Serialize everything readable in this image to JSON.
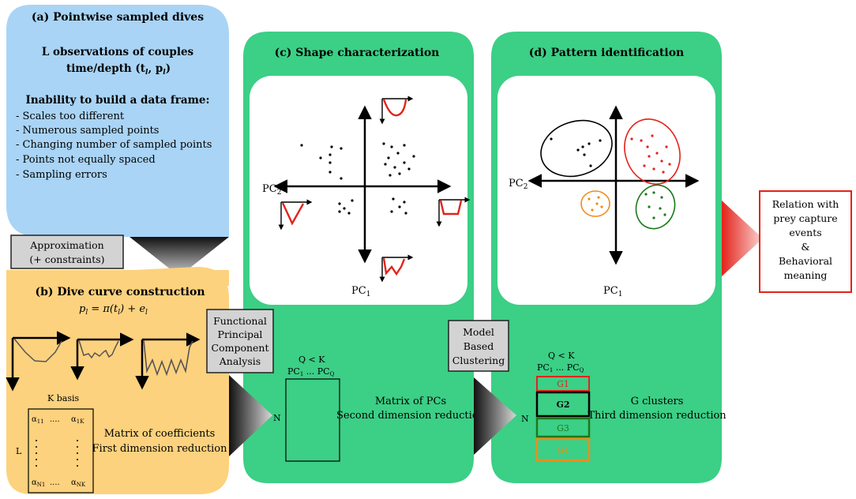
{
  "panel_a": {
    "title": "(a) Pointwise sampled dives",
    "line1": "L observations of couples",
    "line2": "time/depth (t",
    "line2_sub": "l",
    "line2_mid": ", p",
    "line2_sub2": "l",
    "line2_end": ")",
    "inability": "Inability to build a data frame:",
    "bullets": [
      "- Scales too different",
      "- Numerous sampled points",
      "- Changing number of sampled points",
      "- Points not equally spaced",
      "- Sampling errors"
    ]
  },
  "approx_box": {
    "line1": "Approximation",
    "line2": "(+ constraints)"
  },
  "panel_b": {
    "title": "(b) Dive curve construction",
    "equation": "p",
    "eq_sub": "l",
    "eq_mid": " = π(t",
    "eq_sub2": "l",
    "eq_end": ") + e",
    "eq_sub3": "l",
    "k_basis": "K basis",
    "row_label": "L",
    "a11": "α",
    "a11_sub": "11",
    "a1k_sub": "1K",
    "an1_sub": "N1",
    "ank_sub": "NK",
    "dots": "....",
    "matrix_label_1": "Matrix of coefficients",
    "matrix_label_2": "First dimension reduction"
  },
  "fpca_box": {
    "lines": [
      "Functional",
      "Principal",
      "Component",
      "Analysis"
    ]
  },
  "panel_c": {
    "title": "(c) Shape characterization",
    "pc2_label": "PC",
    "pc2_sub": "2",
    "pc1_label": "PC",
    "pc1_sub": "1",
    "q_lt_k": "Q < K",
    "pc_header": "PC",
    "pc_header_sub": "1",
    "pc_header_mid": " ... PC",
    "pc_header_sub2": "Q",
    "n_label": "N",
    "matrix_label_1": "Matrix of PCs",
    "matrix_label_2": "Second dimension reduction"
  },
  "mbc_box": {
    "lines": [
      "Model",
      "Based",
      "Clustering"
    ]
  },
  "panel_d": {
    "title": "(d) Pattern identification",
    "pc2_label": "PC",
    "pc2_sub": "2",
    "pc1_label": "PC",
    "pc1_sub": "1",
    "q_lt_k": "Q < K",
    "pc_header": "PC",
    "pc_header_sub": "1",
    "pc_header_mid": " ... PC",
    "pc_header_sub2": "Q",
    "n_label": "N",
    "groups": [
      {
        "label": "G1",
        "color": "#e2231a"
      },
      {
        "label": "G2",
        "color": "#000000"
      },
      {
        "label": "G3",
        "color": "#1a7a1a"
      },
      {
        "label": "G4",
        "color": "#f08c1a"
      }
    ],
    "cluster_label_1": "G clusters",
    "cluster_label_2": "Third dimension reduction"
  },
  "relation_box": {
    "lines": [
      "Relation with",
      "prey capture",
      "events",
      "&",
      "Behavioral",
      "meaning"
    ]
  },
  "colors": {
    "blue_panel": "#a9d4f5",
    "orange_panel": "#fdd27e",
    "green_panel": "#3ccf86",
    "red": "#e2231a",
    "dark_green": "#1a7a1a",
    "orange": "#f08c1a",
    "gray_box": "#d3d3d3"
  }
}
